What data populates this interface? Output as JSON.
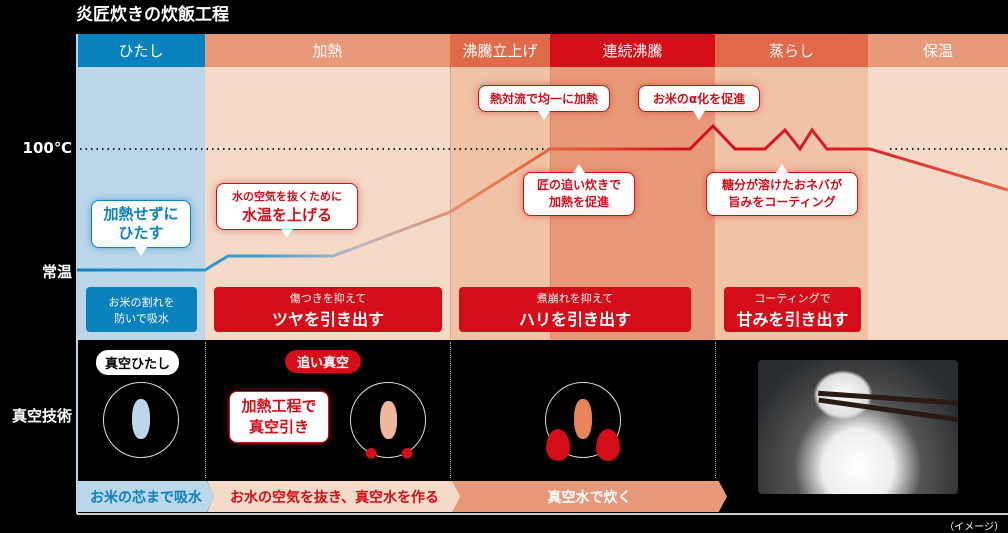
{
  "title": "炎匠炊きの炊飯工程",
  "phases": [
    "ひたし",
    "加熱",
    "沸騰立上げ",
    "連続沸騰",
    "蒸らし",
    "保温"
  ],
  "y_labels": {
    "boil": "100℃",
    "room": "常温",
    "vacuum": "真空技術"
  },
  "bubbles": {
    "soak": "加熱せずに\nひたす",
    "heat_small": "水の空気を抜くために",
    "heat_large": "水温を上げる",
    "convection": "熱対流で均一に加熱",
    "alpha": "お米のα化を促進",
    "oidaki": "匠の追い炊きで\n加熱を促進",
    "coating": "糖分が溶けたおネバが\n旨みをコーティング"
  },
  "boxes": [
    {
      "small": "お米の割れを",
      "large": "防いで吸水"
    },
    {
      "small": "傷つきを抑えて",
      "large": "ツヤを引き出す"
    },
    {
      "small": "煮崩れを抑えて",
      "large": "ハリを引き出す"
    },
    {
      "small": "コーティングで",
      "large": "甘みを引き出す"
    }
  ],
  "vacuum": {
    "soak_tag": "真空ひたし",
    "chase_tag": "追い真空",
    "chase_bubble": "加熱工程で\n真空引き"
  },
  "bands": [
    "お米の芯まで吸水",
    "お水の空気を抜き、真空水を作る",
    "真空水で炊く"
  ],
  "note": "（イメージ）",
  "colors": {
    "blue": "#0a82bd",
    "red": "#d40d19",
    "orange": "#e8997a",
    "salmon": "#e06a4a"
  }
}
